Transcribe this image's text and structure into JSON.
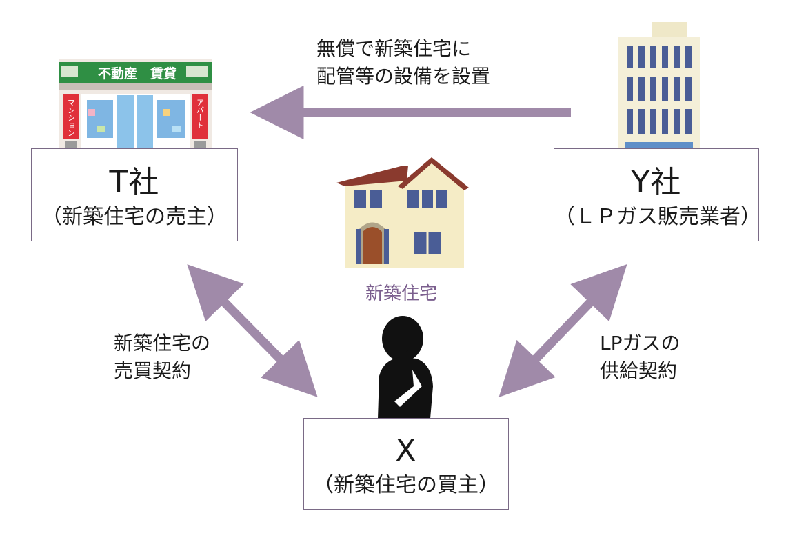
{
  "install_label": [
    "無償で新築住宅に",
    "配管等の設備を設置"
  ],
  "t_company": {
    "name": "T社",
    "role": "（新築住宅の売主）"
  },
  "y_company": {
    "name": "Y社",
    "role": "（ＬＰガス販売業者）"
  },
  "x_person": {
    "name": "X",
    "role": "（新築住宅の買主）"
  },
  "sale_label": [
    "新築住宅の",
    "売買契約"
  ],
  "supply_label": [
    "LPガスの",
    "供給契約"
  ],
  "house_caption": "新築住宅",
  "store_icon": {
    "sign_text": "不動産　賃貸",
    "left_banner": "マンション",
    "right_banner": "アパート"
  },
  "colors": {
    "arrow": "#a08aa9",
    "box_border": "#7a6a86",
    "caption": "#7b5f8e",
    "store_sign": "#2f8f44",
    "building": "#4a5d96",
    "house_wall": "#f5ecc6",
    "house_roof": "#8a3a2e"
  }
}
